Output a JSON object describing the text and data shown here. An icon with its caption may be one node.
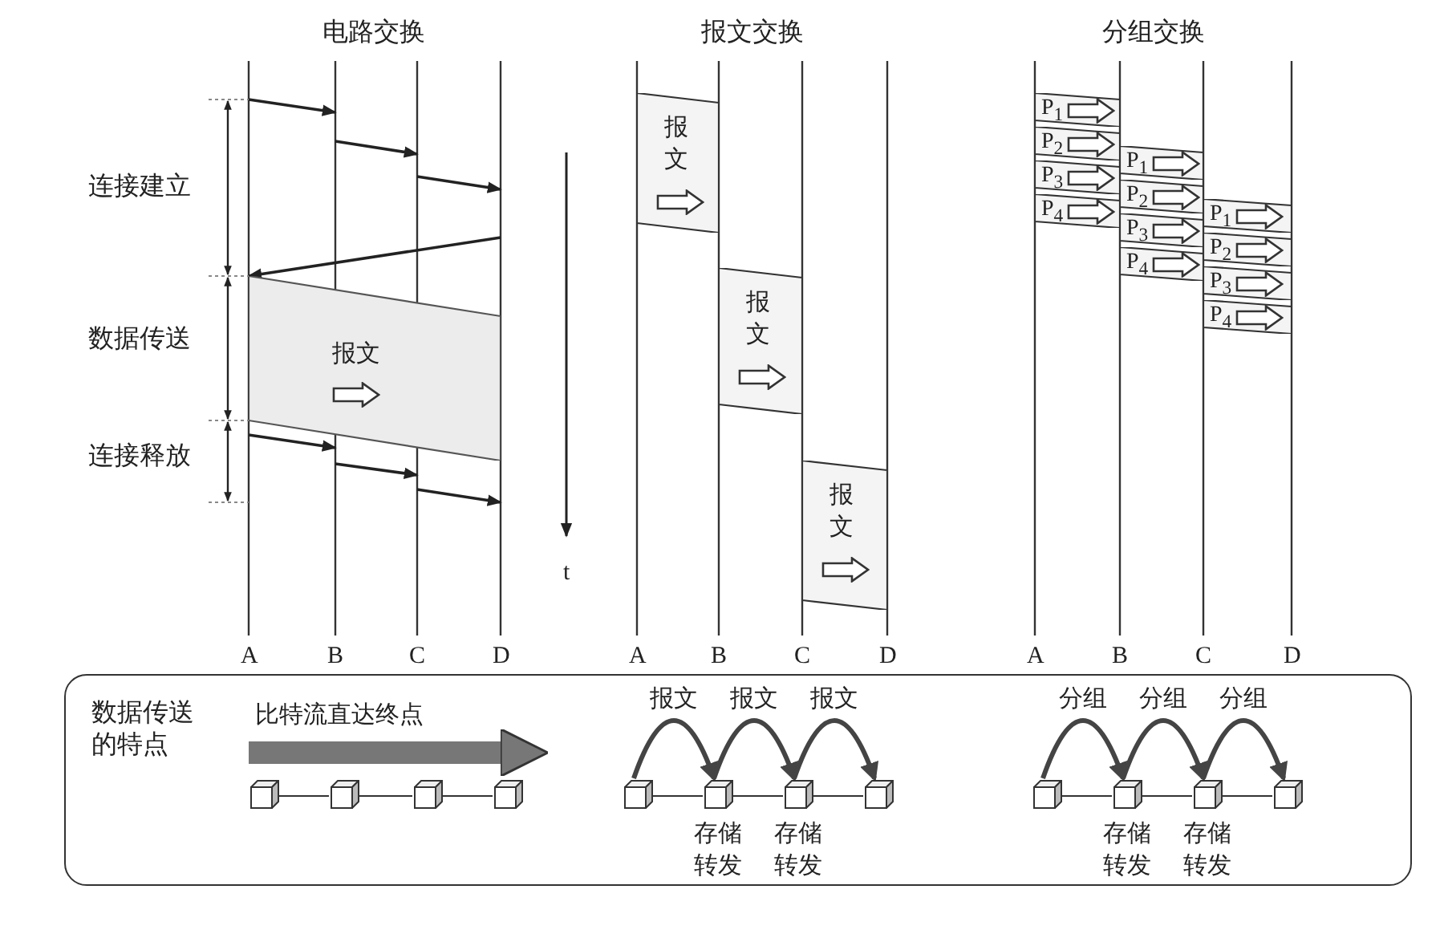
{
  "diagram": {
    "nodes": [
      {
        "text": [
          "报文"
        ]
      },
      {
        "text": [
          "报文"
        ]
      },
      {
        "text": [
          "报文"
        ]
      },
      {
        "text": [
          "报文"
        ]
      },
      {
        "text": [
          "P$_{1}$"
        ]
      },
      {
        "text": [
          "P$_{2}$"
        ]
      },
      {
        "text": [
          "P$_{3}$"
        ]
      },
      {
        "text": [
          "P$_{4}$"
        ]
      },
      {
        "text": [
          "P$_{1}$"
        ]
      },
      {
        "text": [
          "P$_{2}$"
        ]
      },
      {
        "text": [
          "P$_{3}$"
        ]
      },
      {
        "text": [
          "P$_{4}$"
        ]
      },
      {
        "text": [
          "P$_{1}$"
        ]
      },
      {
        "text": [
          "P$_{2}$"
        ]
      },
      {
        "text": [
          "P$_{3}$"
        ]
      },
      {
        "text": [
          "P$_{4}$"
        ]
      },
      {
        "text": [
          "数据传送的特点"
        ]
      },
      {
        "text": [],
        "shape": "box",
        "in": 16
      },
      {
        "text": [],
        "shape": "box",
        "in": 16
      },
      {
        "text": [],
        "shape": "box",
        "in": 16
      },
      {
        "text": [],
        "shape": "box",
        "in": 16
      },
      {
        "text": [],
        "shape": "box",
        "in": 16
      },
      {
        "text": [],
        "shape": "box",
        "in": 16,
        "beside": [
          "存储转发"
        ]
      },
      {
        "text": [],
        "shape": "box",
        "in": 16,
        "beside": [
          "存储转发"
        ]
      },
      {
        "text": [],
        "shape": "box",
        "in": 16
      },
      {
        "text": [],
        "shape": "box",
        "in": 16
      },
      {
        "text": [],
        "shape": "box",
        "in": 16,
        "beside": [
          "存储转发"
        ]
      },
      {
        "text": [],
        "shape": "box",
        "in": 16,
        "beside": [
          "存储转发"
        ]
      },
      {
        "text": [],
        "shape": "box",
        "in": 16
      }
    ],
    "edges": [
      {
        "from": 17,
        "to": 18,
        "arrow": "none"
      },
      {
        "from": 18,
        "to": 19,
        "arrow": "none"
      },
      {
        "from": 19,
        "to": 20,
        "arrow": "none"
      },
      {
        "from": 21,
        "to": 22,
        "arrow": "none"
      },
      {
        "from": 22,
        "to": 23,
        "arrow": "none"
      },
      {
        "from": 23,
        "to": 24,
        "arrow": "none"
      },
      {
        "from": 25,
        "to": 26,
        "arrow": "none"
      },
      {
        "from": 26,
        "to": 27,
        "arrow": "none"
      },
      {
        "from": 27,
        "to": 28,
        "arrow": "none"
      },
      {
        "from": 21,
        "to": 22,
        "arrow": "to",
        "label": "报文",
        "style": "thick"
      },
      {
        "from": 22,
        "to": 23,
        "arrow": "to",
        "label": "报文",
        "style": "thick"
      },
      {
        "from": 23,
        "to": 24,
        "arrow": "to",
        "label": "报文",
        "style": "thick"
      },
      {
        "from": 25,
        "to": 26,
        "arrow": "to",
        "label": "分组",
        "style": "thick"
      },
      {
        "from": 26,
        "to": 27,
        "arrow": "to",
        "label": "分组",
        "style": "thick"
      },
      {
        "from": 27,
        "to": 28,
        "arrow": "to",
        "label": "分组",
        "style": "thick"
      },
      {
        "from": 17,
        "to": 20,
        "arrow": "to",
        "label": "比特流直达终点",
        "style": "thick"
      }
    ],
    "labels": [
      "电路交换",
      "报文交换",
      "分组交换",
      "连接建立",
      "数据传送",
      "连接释放",
      "t",
      "A",
      "B",
      "C",
      "D",
      "A",
      "B",
      "C",
      "D",
      "A",
      "B",
      "C",
      "D"
    ]
  }
}
